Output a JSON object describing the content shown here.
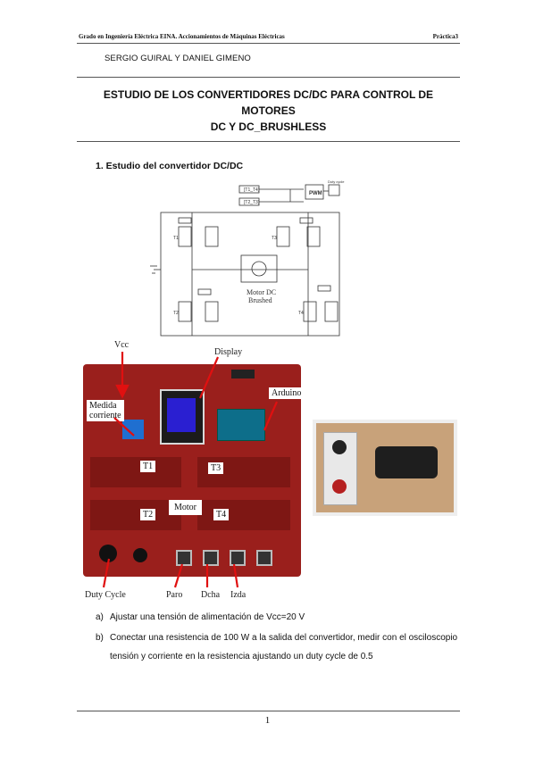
{
  "header": {
    "left": "Grado en Ingeniería Eléctrica EINA. Accionamientos de Máquinas Eléctricas",
    "right": "Práctica3"
  },
  "authors": "SERGIO GUIRAL Y DANIEL GIMENO",
  "title": {
    "line1": "ESTUDIO DE LOS CONVERTIDORES DC/DC PARA CONTROL DE MOTORES",
    "line2": "DC Y DC_BRUSHLESS"
  },
  "section": "1.  Estudio del convertidor DC/DC",
  "circuit": {
    "motor_label_1": "Motor DC",
    "motor_label_2": "Brushed",
    "pwm_label": "PWM",
    "duty_label": "Duty cycle",
    "t1": "T1",
    "t2": "T2",
    "t3": "T3",
    "t4": "T4"
  },
  "board": {
    "vcc": "Vcc",
    "display": "Display",
    "medida1": "Medida",
    "medida2": "corriente",
    "arduino": "Arduino",
    "t1": "T1",
    "t2": "T2",
    "t3": "T3",
    "t4": "T4",
    "motor": "Motor",
    "duty": "Duty Cycle",
    "paro": "Paro",
    "dcha": "Dcha",
    "izda": "Izda"
  },
  "steps": [
    {
      "marker": "a)",
      "text": "Ajustar una tensión de alimentación de Vcc=20 V"
    },
    {
      "marker": "b)",
      "text": "Conectar una resistencia de 100 W a la salida del convertidor, medir con el osciloscopio"
    },
    {
      "marker": "",
      "text": "tensión y corriente en la resistencia ajustando un duty cycle de 0.5"
    }
  ],
  "page_number": "1",
  "colors": {
    "board": "#9a1f1c",
    "wood": "#c8a27a",
    "arrow": "#e01010"
  }
}
